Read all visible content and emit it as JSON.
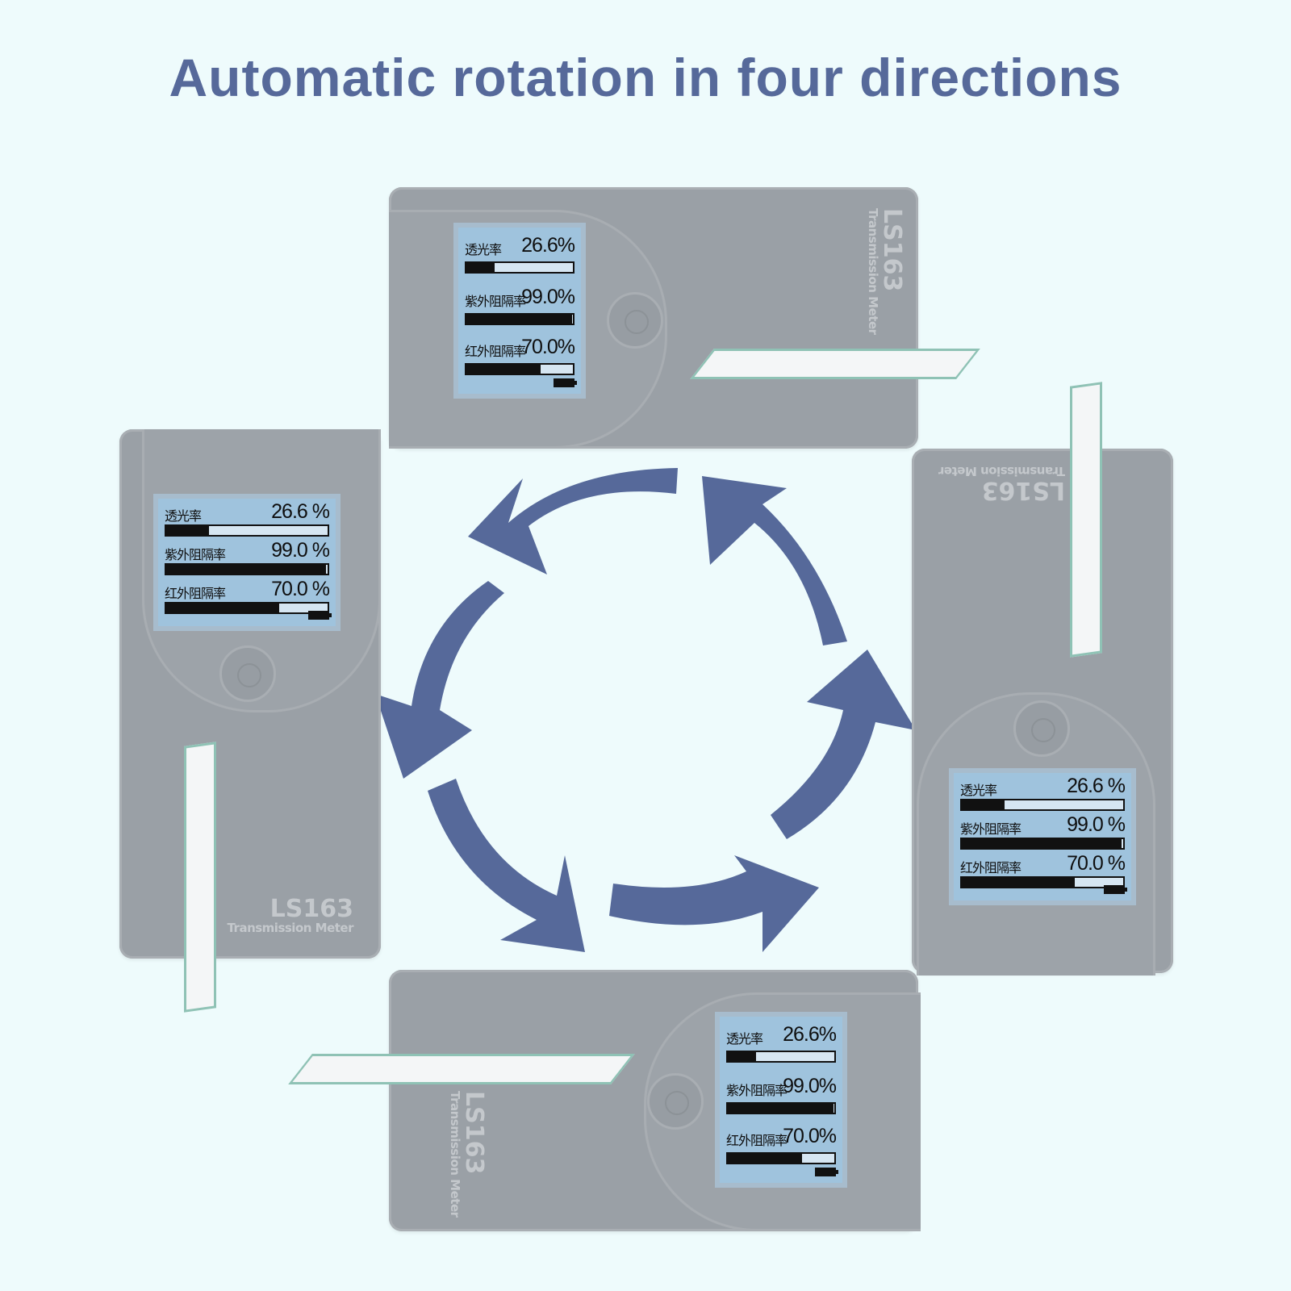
{
  "title": "Automatic rotation in four directions",
  "colors": {
    "accent": "#56699a",
    "background": "#eefbfc",
    "device": "#9aa0a6",
    "screen": "#9fc3dd"
  },
  "devices": [
    {
      "model": "LS163",
      "subtitle": "Transmission Meter",
      "readings": [
        {
          "label": "透光率",
          "value": "26.6%",
          "level": 0.266
        },
        {
          "label": "紫外阻隔率",
          "value": "99.0%",
          "level": 0.99
        },
        {
          "label": "红外阻隔率",
          "value": "70.0%",
          "level": 0.7
        }
      ]
    },
    {
      "model": "LS163",
      "subtitle": "Transmission Meter",
      "readings": [
        {
          "label": "透光率",
          "value": "26.6 %",
          "level": 0.266
        },
        {
          "label": "紫外阻隔率",
          "value": "99.0 %",
          "level": 0.99
        },
        {
          "label": "红外阻隔率",
          "value": "70.0 %",
          "level": 0.7
        }
      ]
    },
    {
      "model": "LS163",
      "subtitle": "Transmission Meter",
      "readings": [
        {
          "label": "透光率",
          "value": "26.6 %",
          "level": 0.266
        },
        {
          "label": "紫外阻隔率",
          "value": "99.0 %",
          "level": 0.99
        },
        {
          "label": "红外阻隔率",
          "value": "70.0 %",
          "level": 0.7
        }
      ]
    },
    {
      "model": "LS163",
      "subtitle": "Transmission Meter",
      "readings": [
        {
          "label": "透光率",
          "value": "26.6%",
          "level": 0.266
        },
        {
          "label": "紫外阻隔率",
          "value": "99.0%",
          "level": 0.99
        },
        {
          "label": "红外阻隔率",
          "value": "70.0%",
          "level": 0.7
        }
      ]
    }
  ]
}
